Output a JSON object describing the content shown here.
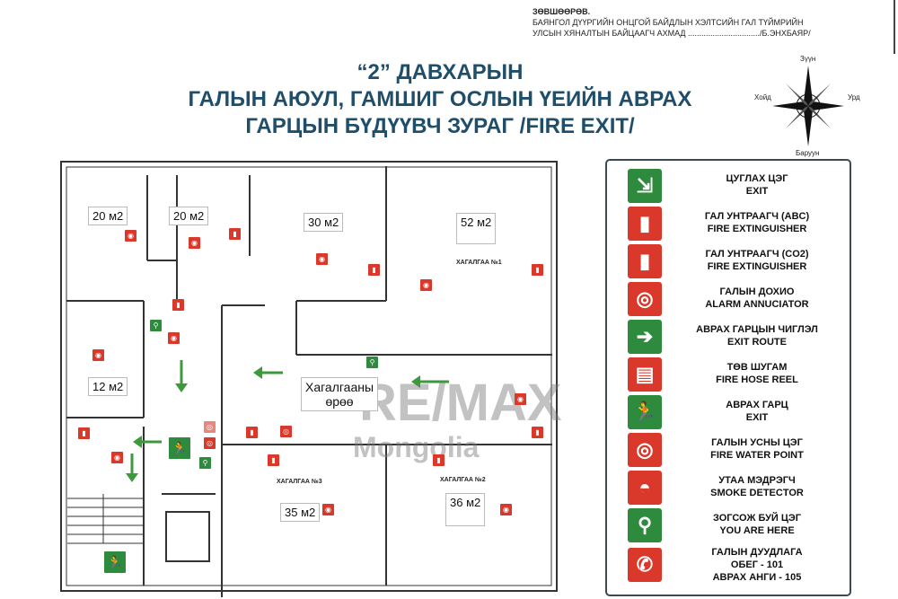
{
  "approval": {
    "heading": "ЗӨВШӨӨРӨВ.",
    "line1": "БАЯНГОЛ ДҮҮРГИЙН ОНЦГОЙ БАЙДЛЫН ХЭЛТСИЙН ГАЛ ТҮЙМРИЙН",
    "line2": "УЛСЫН ХЯНАЛТЫН БАЙЦААГЧ АХМАД ................................/Б.ЭНХБАЯР/"
  },
  "title": {
    "line1": "“2” ДАВХАРЫН",
    "line2": "ГАЛЫН АЮУЛ, ГАМШИГ ОСЛЫН ҮЕИЙН АВРАХ",
    "line3": "ГАРЦЫН БҮДҮҮВЧ ЗУРАГ /FIRE EXIT/"
  },
  "compass": {
    "north": "Зүүн",
    "west": "Хойд",
    "east": "Урд",
    "south": "Баруун"
  },
  "plan": {
    "areas": [
      "20 м2",
      "20 м2",
      "30 м2",
      "52 м2",
      "12 м2",
      "35 м2",
      "36 м2"
    ],
    "halls": [
      "ХАГАЛГАА №1",
      "ХАГАЛГАА №3",
      "ХАГАЛГАА №2"
    ],
    "lobby": {
      "line1": "Хагалгааны",
      "line2": "өрөө"
    }
  },
  "watermark": {
    "brand": "RE/MAX",
    "sub": "Mongolia"
  },
  "legend": [
    {
      "icon": "assembly-point-icon",
      "color": "#2e8a3c",
      "mn": "ЦУГЛАХ ЦЭГ",
      "en": "EXIT"
    },
    {
      "icon": "fire-extinguisher-icon",
      "color": "#d9382a",
      "mn": "ГАЛ УНТРААГЧ (ABC)",
      "en": "FIRE EXTINGUISHER"
    },
    {
      "icon": "co2-extinguisher-icon",
      "color": "#d9382a",
      "mn": "ГАЛ УНТРААГЧ (CO2)",
      "en": "FIRE EXTINGUISHER"
    },
    {
      "icon": "alarm-icon",
      "color": "#d9382a",
      "mn": "ГАЛЫН ДОХИО",
      "en": "ALARM ANNUCIATOR"
    },
    {
      "icon": "arrow-right-icon",
      "color": "#2e8a3c",
      "mn": "АВРАХ ГАРЦЫН ЧИГЛЭЛ",
      "en": "EXIT ROUTE"
    },
    {
      "icon": "hose-reel-icon",
      "color": "#d9382a",
      "mn": "ТӨВ ШУГАМ",
      "en": "FIRE HOSE REEL"
    },
    {
      "icon": "running-man-icon",
      "color": "#2e8a3c",
      "mn": "АВРАХ ГАРЦ",
      "en": "EXIT"
    },
    {
      "icon": "water-point-icon",
      "color": "#d9382a",
      "mn": "ГАЛЫН УСНЫ ЦЭГ",
      "en": "FIRE WATER POINT"
    },
    {
      "icon": "smoke-detector-icon",
      "color": "#d9382a",
      "mn": "УТАА МЭДРЭГЧ",
      "en": "SMOKE DETECTOR"
    },
    {
      "icon": "location-pin-icon",
      "color": "#2e8a3c",
      "mn": "ЗОГСОЖ БУЙ ЦЭГ",
      "en": "YOU ARE HERE"
    },
    {
      "icon": "phone-icon",
      "color": "#d9382a",
      "mn": "ГАЛЫН ДУУДЛАГА",
      "en": "ОБЕГ - 101",
      "en2": "АВРАХ АНГИ - 105"
    }
  ]
}
